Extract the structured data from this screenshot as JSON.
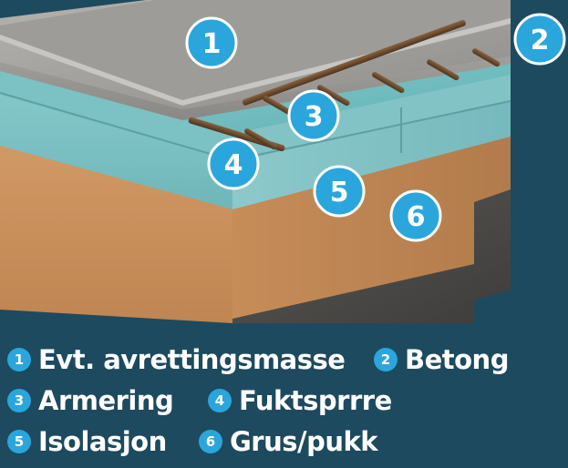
{
  "markers": [
    {
      "number": "1"
    },
    {
      "number": "2"
    },
    {
      "number": "3"
    },
    {
      "number": "4"
    },
    {
      "number": "5"
    },
    {
      "number": "6"
    }
  ],
  "legend": [
    {
      "number": "1",
      "label": "Evt. avrettingsmasse"
    },
    {
      "number": "2",
      "label": "Betong"
    },
    {
      "number": "3",
      "label": "Armering"
    },
    {
      "number": "4",
      "label": "Fuktsprrre"
    },
    {
      "number": "5",
      "label": "Isolasjon"
    },
    {
      "number": "6",
      "label": "Grus/pukk"
    }
  ],
  "colors": {
    "background": "#1d4a5e",
    "marker": "#2aa6dc",
    "concrete": "#a8a6a3",
    "insulation": "#7ec4c6",
    "gravel": "#c98f5d",
    "ground": "#4d4b48",
    "rebar": "#6b4a2e"
  }
}
